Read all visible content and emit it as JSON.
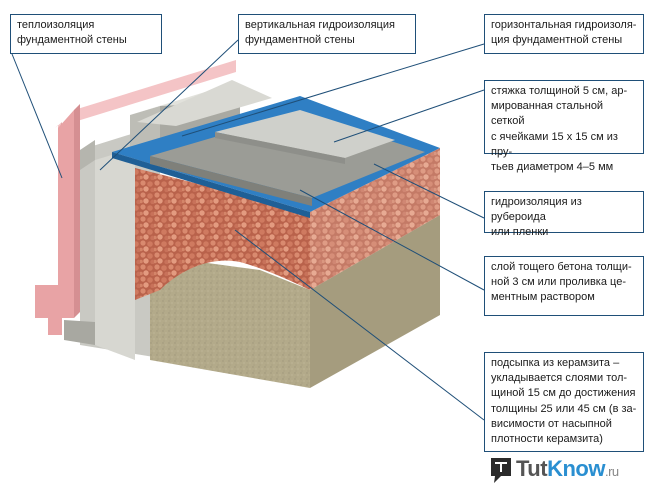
{
  "labels": {
    "thermal": [
      "теплоизоляция",
      "фундаментной стены"
    ],
    "vertical": [
      "вертикальная гидроизоляция",
      "фундаментной стены"
    ],
    "horizontal": [
      "горизонтальная гидроизоля-",
      "ция фундаментной стены"
    ],
    "screed": [
      "стяжка толщиной 5 см, ар-",
      "мированная стальной сеткой",
      "с ячейками 15 х 15 см из пру-",
      "тьев диаметром 4–5 мм"
    ],
    "waterproof": [
      "гидроизоляция из рубероида",
      "или пленки"
    ],
    "concrete": [
      "слой тощего бетона толщи-",
      "ной 3 см или проливка це-",
      "ментным раствором"
    ],
    "clay": [
      "подсыпка из керамзита –",
      "укладывается слоями тол-",
      "щиной 15 см до достижения",
      "толщины 25 или 45 см (в за-",
      "висимости от насыпной",
      "плотности керамзита)"
    ]
  },
  "logo": {
    "part1": "Tut",
    "part2": "Know",
    "part3": ".ru"
  },
  "colors": {
    "pink": "#e8a3a5",
    "concrete": "#c8c8c2",
    "blue": "#2f7fc4",
    "soil": "#b4aa88",
    "clay": "#c06a52",
    "line": "#1f4f78"
  }
}
